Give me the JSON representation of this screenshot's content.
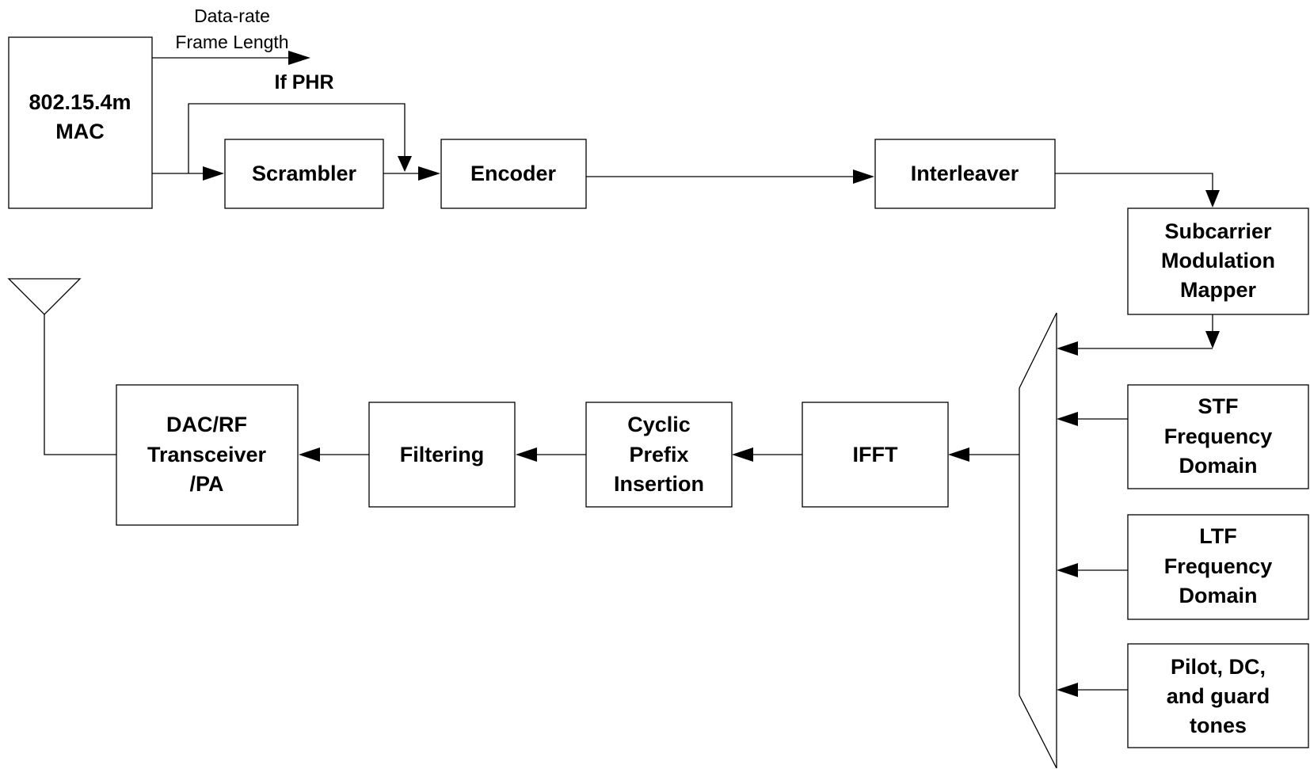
{
  "blocks": {
    "mac": [
      "802.15.4m",
      "MAC"
    ],
    "scrambler": [
      "Scrambler"
    ],
    "encoder": [
      "Encoder"
    ],
    "interleaver": [
      "Interleaver"
    ],
    "mapper": [
      "Subcarrier",
      "Modulation",
      "Mapper"
    ],
    "stf": [
      "STF",
      "Frequency",
      "Domain"
    ],
    "ltf": [
      "LTF",
      "Frequency",
      "Domain"
    ],
    "pilot": [
      "Pilot, DC,",
      "and guard",
      "tones"
    ],
    "ifft": [
      "IFFT"
    ],
    "cp": [
      "Cyclic",
      "Prefix",
      "Insertion"
    ],
    "filtering": [
      "Filtering"
    ],
    "dac": [
      "DAC/RF",
      "Transceiver",
      "/PA"
    ]
  },
  "annotations": {
    "datarate": "Data-rate",
    "framelength": "Frame Length",
    "phr": "If PHR"
  }
}
